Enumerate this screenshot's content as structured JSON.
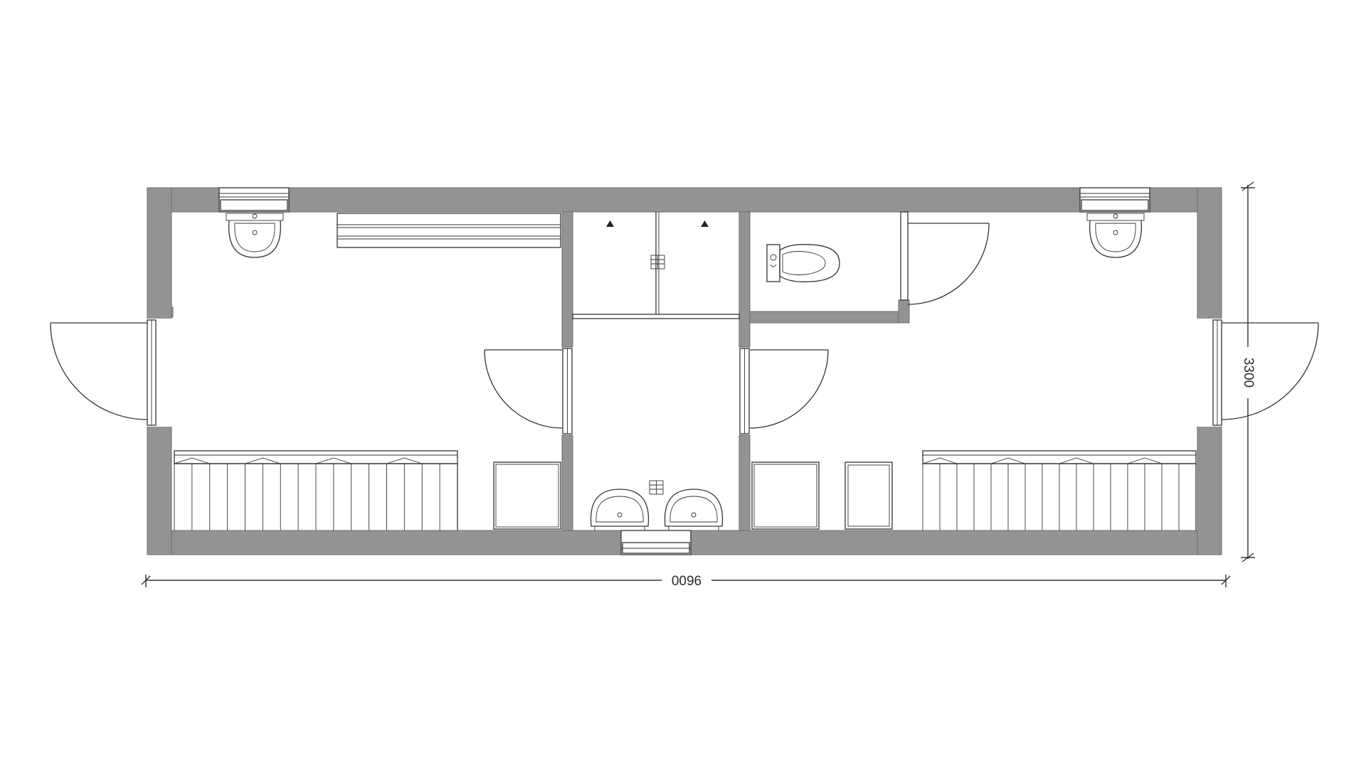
{
  "dimensions": {
    "length_label": "0096",
    "width_label": "3300"
  },
  "colors": {
    "wall": "#939393",
    "line": "#333333"
  },
  "fixtures": {
    "washbasins": 4,
    "toilets": 1,
    "showers": 2,
    "benches": 2,
    "doors": 5,
    "windows": 3
  }
}
